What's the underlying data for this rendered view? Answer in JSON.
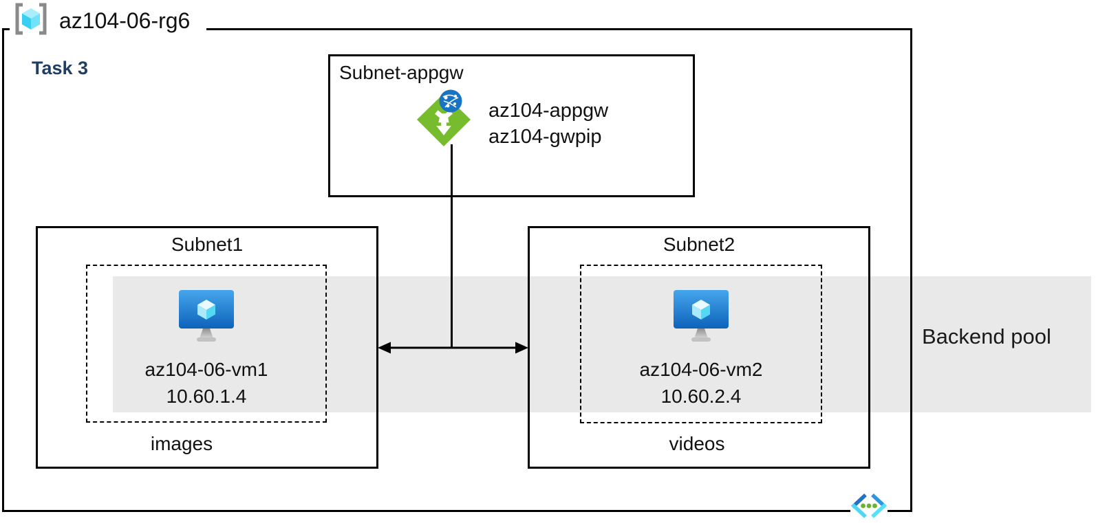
{
  "resource_group": {
    "name": "az104-06-rg6"
  },
  "task_label": "Task 3",
  "appgw_subnet": {
    "title": "Subnet-appgw",
    "gateway_name": "az104-appgw",
    "public_ip_name": "az104-gwpip"
  },
  "subnet1": {
    "title": "Subnet1",
    "vm_name": "az104-06-vm1",
    "vm_ip": "10.60.1.4",
    "caption": "images"
  },
  "subnet2": {
    "title": "Subnet2",
    "vm_name": "az104-06-vm2",
    "vm_ip": "10.60.2.4",
    "caption": "videos"
  },
  "backend_pool": {
    "label": "Backend pool"
  },
  "icons": {
    "resource_group": "resource-group-icon",
    "application_gateway": "application-gateway-icon",
    "virtual_machine": "virtual-machine-icon",
    "virtual_network": "virtual-network-icon"
  },
  "colors": {
    "backend_band_gray": "#E9E9E9",
    "appgw_green": "#76BC2D",
    "vm_blue_top": "#45A6EC",
    "vm_blue_bottom": "#0E62BA",
    "cube_cyan": "#50E6FF",
    "task_label_navy": "#203E64",
    "border_black": "#000000",
    "vnet_dot_green": "#6AB32E",
    "bracket_gray": "#8A8A8A",
    "globe_blue": "#1874C2"
  }
}
